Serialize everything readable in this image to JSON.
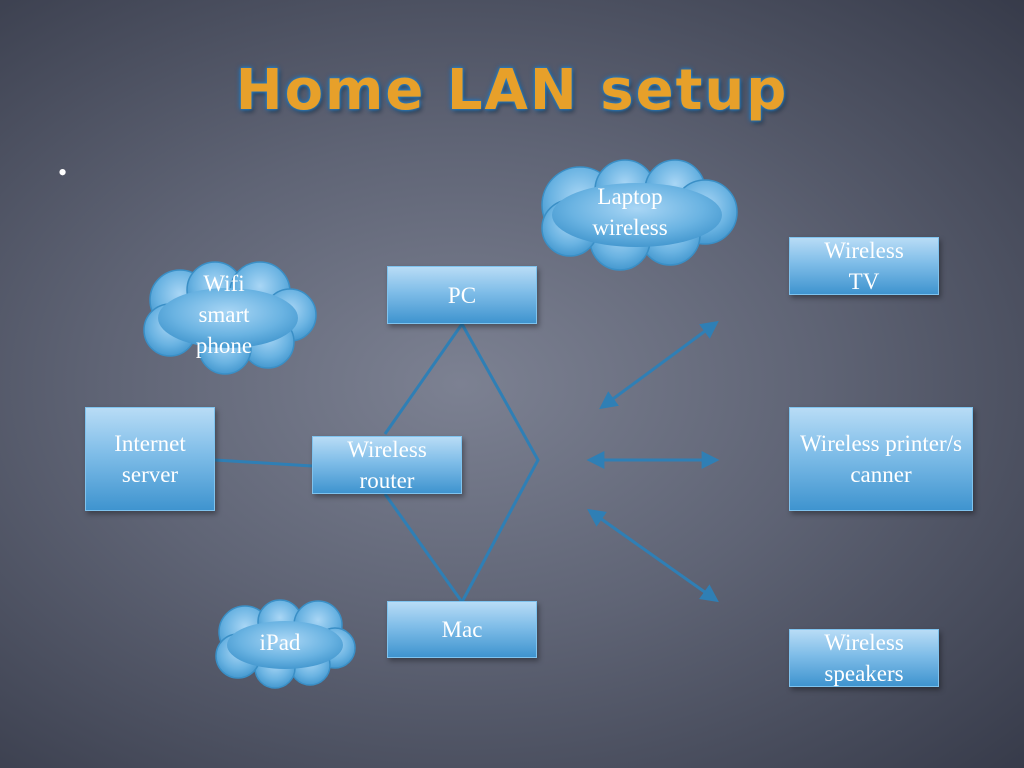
{
  "slide": {
    "title": "Home LAN setup",
    "bullet": "•"
  },
  "nodes": {
    "pc": "PC",
    "mac": "Mac",
    "router": "Wireless router",
    "internet": "Internet server",
    "tv": "Wireless TV",
    "printer": "Wireless printer/scanner",
    "speakers": "Wireless speakers"
  },
  "clouds": {
    "laptop": "Laptop wireless",
    "phone": "Wifi smart phone",
    "ipad": "iPad"
  },
  "colors": {
    "title": "#e7a02a",
    "title_glow": "#2b7fc2",
    "node_top": "#b8dcf6",
    "node_bottom": "#3f94cf",
    "connector": "#2f7fb5"
  }
}
